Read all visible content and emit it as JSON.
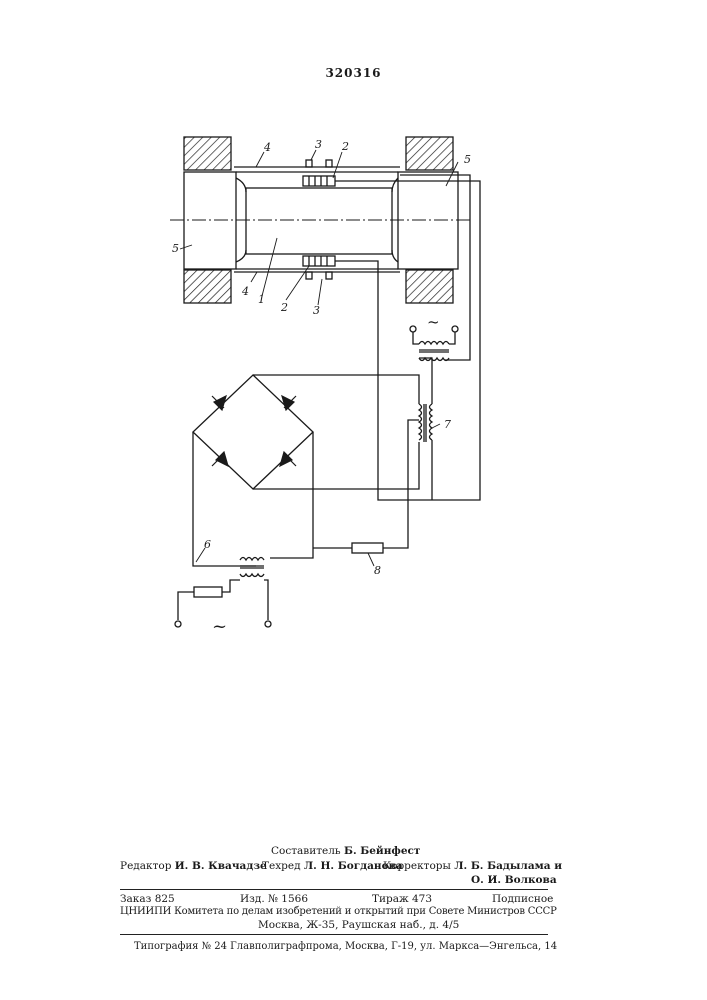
{
  "patent_number": "320316",
  "labels": {
    "l1": "1",
    "l2": "2",
    "l3": "3",
    "l4": "4",
    "l5": "5",
    "l6": "6",
    "l7": "7",
    "l8": "8",
    "ac_symbol": "~"
  },
  "footer": {
    "compiler_role": "Составитель",
    "compiler_name": "Б. Бейнфест",
    "editor_role": "Редактор",
    "editor_name": "И. В. Квачадзе",
    "techred_role": "Техред",
    "techred_name": "Л. Н. Богданова",
    "correctors_role": "Корректоры",
    "corrector1": "Л. Б. Бадылама и",
    "corrector2": "О. И. Волкова",
    "order": "Заказ 825",
    "edition": "Изд. № 1566",
    "circulation": "Тираж 473",
    "subscription": "Подписное",
    "org_line": "ЦНИИПИ Комитета по делам изобретений и открытий при Совете Министров СССР",
    "address": "Москва, Ж-35, Раушская наб., д. 4/5",
    "printer": "Типография № 24 Главполиграфпрома, Москва, Г-19, ул. Маркса—Энгельса, 14"
  }
}
